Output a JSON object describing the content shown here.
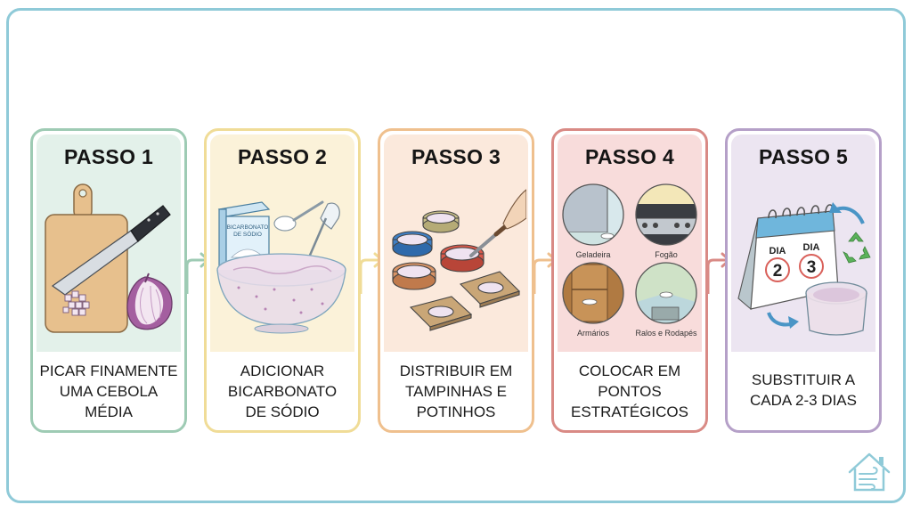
{
  "steps": [
    {
      "title": "PASSO 1",
      "description": [
        "PICAR FINAMENTE",
        "UMA CEBOLA",
        "MÉDIA"
      ],
      "illustration": "cutting-board-knife-onion",
      "border_color": "#9ecbb4",
      "tint_color": "#e3f1ea"
    },
    {
      "title": "PASSO 2",
      "description": [
        "ADICIONAR",
        "BICARBONATO",
        "DE SÓDIO"
      ],
      "illustration": "bowl-mixing-baking-soda",
      "box_label": [
        "BICARBONATO",
        "DE SÓDIO"
      ],
      "border_color": "#f0dc97",
      "tint_color": "#fbf2d9"
    },
    {
      "title": "PASSO 3",
      "description": [
        "DISTRIBUIR EM",
        "TAMPINHAS E",
        "POTINHOS"
      ],
      "illustration": "bottle-caps-and-cardboard-with-paste",
      "border_color": "#efc08e",
      "tint_color": "#fbe9dc"
    },
    {
      "title": "PASSO 4",
      "description": [
        "COLOCAR EM",
        "PONTOS",
        "ESTRATÉGICOS"
      ],
      "illustration": "four-placement-spots",
      "spots": [
        "Geladeira",
        "Fogão",
        "Armários",
        "Ralos e Rodapés"
      ],
      "border_color": "#d98a85",
      "tint_color": "#f8dcdb"
    },
    {
      "title": "PASSO 5",
      "description": [
        "SUBSTITUIR A",
        "CADA 2-3 DIAS"
      ],
      "illustration": "calendar-recycle-container",
      "calendar": {
        "label_a": "DIA",
        "day_a": "2",
        "label_b": "DIA",
        "day_b": "3"
      },
      "border_color": "#b5a0c8",
      "tint_color": "#ece5f1"
    }
  ],
  "connectors": [
    {
      "from": 1,
      "to": 2,
      "color": "#9ecbb4"
    },
    {
      "from": 2,
      "to": 3,
      "color": "#f0dc97"
    },
    {
      "from": 3,
      "to": 4,
      "color": "#efc08e"
    },
    {
      "from": 4,
      "to": 5,
      "color": "#d98a85"
    }
  ],
  "frame": {
    "border_color": "#8fcad8"
  },
  "logo": {
    "icon": "house-air-icon",
    "color": "#8fcad8"
  }
}
